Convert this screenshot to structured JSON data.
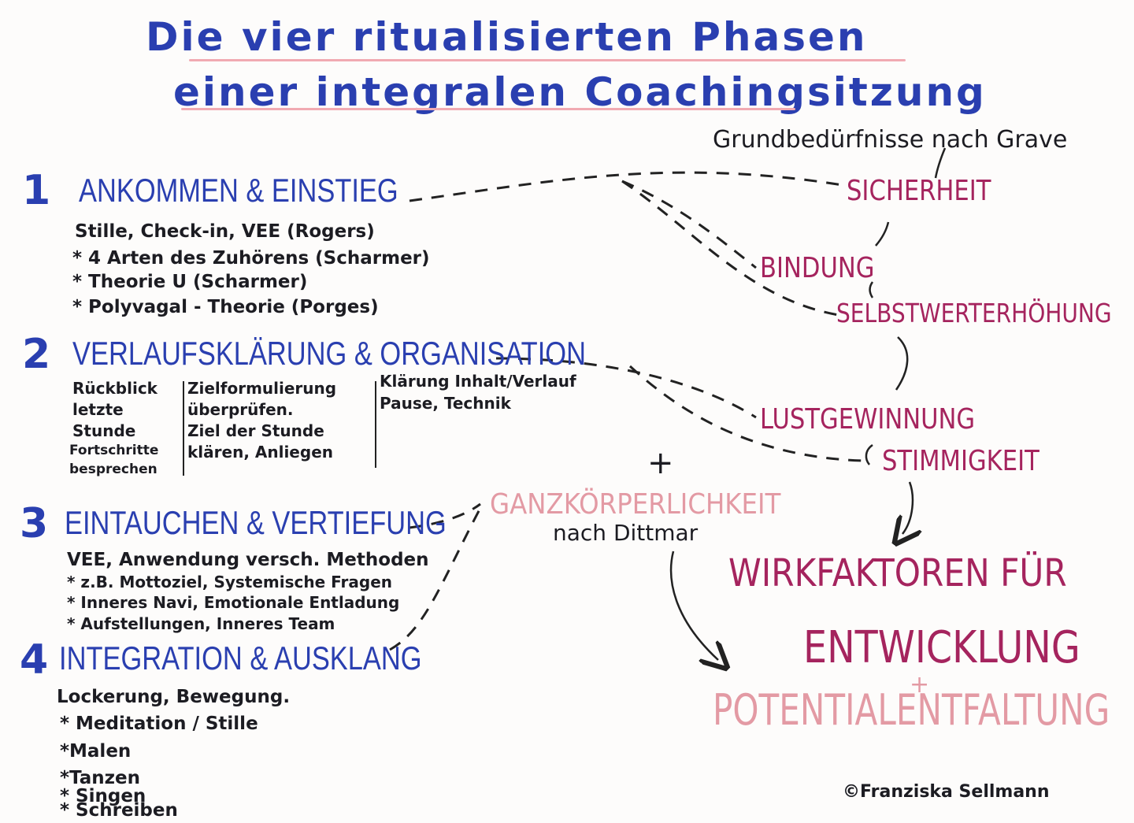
{
  "title": {
    "line1": "Die vier ritualisierten Phasen",
    "line2": "einer integralen Coachingsitzung"
  },
  "phases": [
    {
      "number": "1",
      "heading": "ANKOMMEN & EINSTIEG",
      "notes": [
        "Stille, Check-in, VEE (Rogers)",
        "* 4 Arten des Zuhörens (Scharmer)",
        "* Theorie U (Scharmer)",
        "* Polyvagal - Theorie (Porges)"
      ]
    },
    {
      "number": "2",
      "heading": "VERLAUFSKLÄRUNG & ORGANISATION",
      "columns": [
        [
          "Rückblick",
          "letzte",
          "Stunde",
          "Fortschritte",
          "besprechen"
        ],
        [
          "Zielformulierung",
          "überprüfen.",
          "Ziel der Stunde",
          "klären, Anliegen"
        ],
        [
          "Klärung Inhalt/Verlauf",
          "Pause, Technik"
        ]
      ]
    },
    {
      "number": "3",
      "heading": "EINTAUCHEN & VERTIEFUNG",
      "notes": [
        "VEE, Anwendung versch. Methoden",
        "* z.B. Mottoziel, Systemische Fragen",
        "* Inneres Navi, Emotionale Entladung",
        "* Aufstellungen, Inneres Team"
      ]
    },
    {
      "number": "4",
      "heading": "INTEGRATION & AUSKLANG",
      "notes": [
        "Lockerung, Bewegung.",
        "* Meditation / Stille",
        "*Malen",
        "*Tanzen",
        "* Singen",
        "* Schreiben"
      ]
    }
  ],
  "grave": {
    "caption": "Grundbedürfnisse nach Grave",
    "needs": [
      "SICHERHEIT",
      "BINDUNG",
      "SELBSTWERTERHÖHUNG",
      "LUSTGEWINNUNG",
      "STIMMIGKEIT"
    ]
  },
  "plus": "+",
  "ganzkoerper": {
    "label": "GANZKÖRPERLICHKEIT",
    "sub": "nach Dittmar"
  },
  "result": {
    "line1": "WIRKFAKTOREN FÜR",
    "line2": "ENTWICKLUNG",
    "plus": "+",
    "line3": "POTENTIALENTFALTUNG"
  },
  "copyright": "©Franziska Sellmann",
  "colors": {
    "blue": "#2a3fb0",
    "magenta": "#a5245e",
    "pink": "#e39aa4",
    "ink": "#1c1c22"
  }
}
